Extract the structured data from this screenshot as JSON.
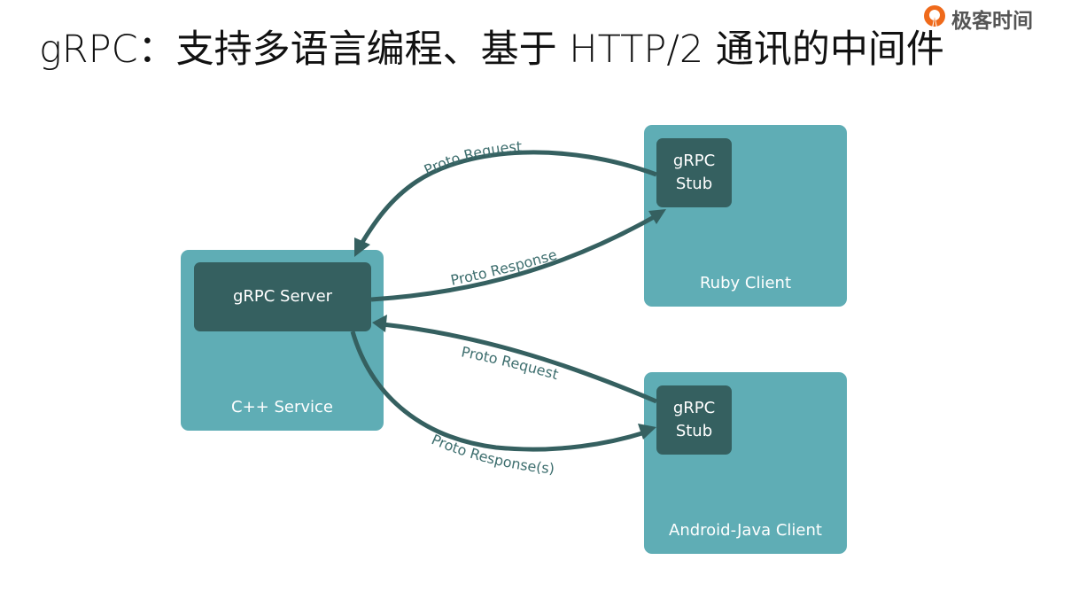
{
  "slide": {
    "title": "gRPC：支持多语言编程、基于 HTTP/2 通讯的中间件",
    "brand": {
      "name": "极客时间",
      "logo_icon": "geektime-logo-icon",
      "color": "#ef6a1b"
    }
  },
  "colors": {
    "box": "#5fadb5",
    "inner": "#356060",
    "arrow": "#356060",
    "label": "#3d6e6e"
  },
  "nodes": {
    "cpp_service": {
      "label": "C++ Service",
      "inner_label": "gRPC Server"
    },
    "ruby_client": {
      "label": "Ruby Client",
      "inner_line1": "gRPC",
      "inner_line2": "Stub"
    },
    "android_client": {
      "label": "Android-Java Client",
      "inner_line1": "gRPC",
      "inner_line2": "Stub"
    }
  },
  "edges": [
    {
      "from": "ruby_client",
      "to": "cpp_service",
      "label": "Proto Request"
    },
    {
      "from": "cpp_service",
      "to": "ruby_client",
      "label": "Proto Response"
    },
    {
      "from": "android_client",
      "to": "cpp_service",
      "label": "Proto Request"
    },
    {
      "from": "cpp_service",
      "to": "android_client",
      "label": "Proto Response(s)"
    }
  ]
}
